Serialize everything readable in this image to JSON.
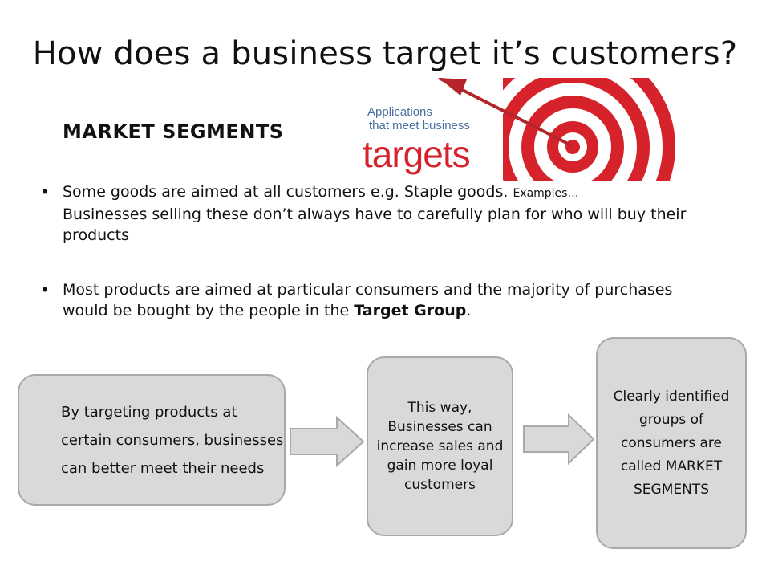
{
  "slide": {
    "title": "How does a business target it’s customers?",
    "subheading": "MARKET SEGMENTS"
  },
  "graphic": {
    "line1": "Applications",
    "line2": "that meet business",
    "word": "targets",
    "colors": {
      "red": "#d6222a",
      "blue_text": "#4a6fa0",
      "arrow": "#b5262c"
    }
  },
  "bullets": [
    {
      "text_a": "Some goods are aimed at all customers e.g. Staple goods. ",
      "text_small": "Examples…",
      "text_b": "Businesses selling these don’t always have to carefully plan for who will buy their products"
    },
    {
      "text_a": " Most products are aimed at particular consumers and the majority of purchases would be bought by the people in the ",
      "text_bold": "Target Group",
      "text_b": "."
    }
  ],
  "flow": {
    "box1": "By targeting products at certain consumers, businesses can better meet their needs",
    "box2": "This way, Businesses can increase sales and gain more loyal customers",
    "box3": "Clearly identified groups of consumers are called MARKET SEGMENTS"
  },
  "box_colors": {
    "fill": "#d9d9d9",
    "border": "#a9a9a9"
  }
}
